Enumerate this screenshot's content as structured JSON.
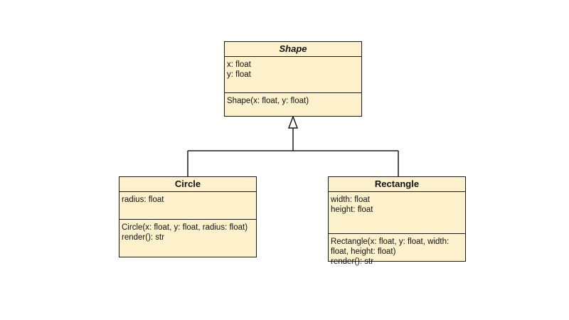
{
  "colors": {
    "class_fill": "#fdf1cb",
    "border": "#1a1a1a",
    "text": "#111111"
  },
  "diagram": {
    "classes": [
      {
        "name": "Shape",
        "abstract": true,
        "attributes": [
          "x: float",
          "y: float"
        ],
        "methods": [
          "Shape(x: float, y: float)"
        ]
      },
      {
        "name": "Circle",
        "abstract": false,
        "attributes": [
          "radius: float"
        ],
        "methods": [
          "Circle(x: float, y: float, radius: float)",
          "render(): str"
        ]
      },
      {
        "name": "Rectangle",
        "abstract": false,
        "attributes": [
          "width: float",
          "height: float"
        ],
        "methods": [
          "Rectangle(x: float, y: float, width: float, height: float)",
          "render(): str"
        ]
      }
    ],
    "relationships": [
      {
        "type": "generalization",
        "from": "Circle",
        "to": "Shape"
      },
      {
        "type": "generalization",
        "from": "Rectangle",
        "to": "Shape"
      }
    ]
  }
}
